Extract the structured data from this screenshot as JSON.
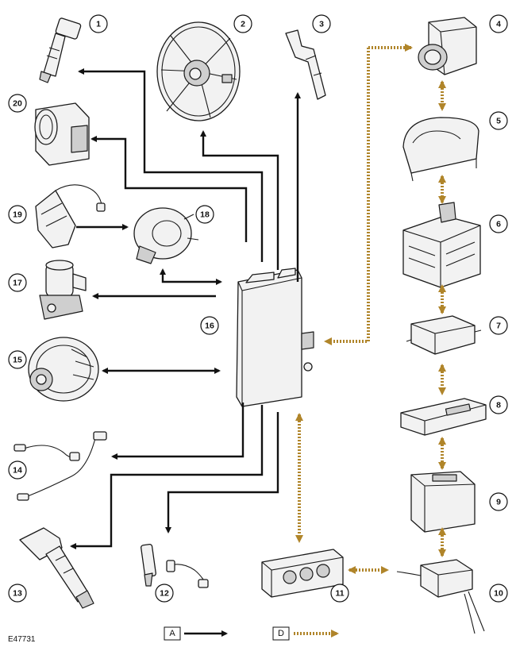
{
  "figure_ref": "E47731",
  "legend": [
    {
      "key": "A",
      "style": "solid-black-arrow"
    },
    {
      "key": "D",
      "style": "dashed-gold-arrow"
    }
  ],
  "components": [
    {
      "number": "1",
      "icon": "fuel-injector-icon"
    },
    {
      "number": "2",
      "icon": "cooling-fan-icon"
    },
    {
      "number": "3",
      "icon": "sensor-bracket-icon"
    },
    {
      "number": "4",
      "icon": "abs-modulator-icon"
    },
    {
      "number": "5",
      "icon": "instrument-cluster-icon"
    },
    {
      "number": "6",
      "icon": "junction-box-icon"
    },
    {
      "number": "7",
      "icon": "control-module-icon"
    },
    {
      "number": "8",
      "icon": "control-module-icon"
    },
    {
      "number": "9",
      "icon": "control-module-icon"
    },
    {
      "number": "10",
      "icon": "connector-module-icon"
    },
    {
      "number": "11",
      "icon": "climate-control-panel-icon"
    },
    {
      "number": "12",
      "icon": "sensors-icon"
    },
    {
      "number": "13",
      "icon": "ignition-coil-icon"
    },
    {
      "number": "14",
      "icon": "oxygen-sensors-icon"
    },
    {
      "number": "15",
      "icon": "alternator-icon"
    },
    {
      "number": "16",
      "icon": "engine-control-module-icon"
    },
    {
      "number": "17",
      "icon": "valve-icon"
    },
    {
      "number": "18",
      "icon": "clockspring-icon"
    },
    {
      "number": "19",
      "icon": "pedal-sensor-icon"
    },
    {
      "number": "20",
      "icon": "throttle-body-icon"
    }
  ],
  "colors": {
    "line_a": "#111111",
    "line_d": "#b0852a"
  }
}
